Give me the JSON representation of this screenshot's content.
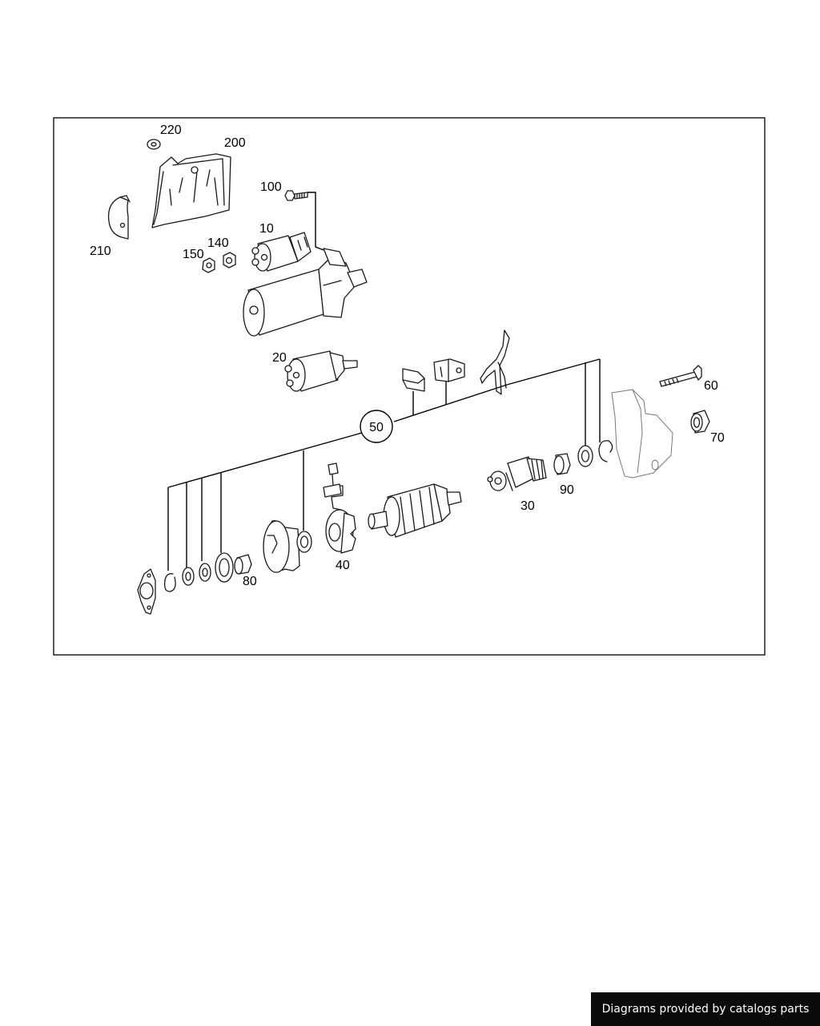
{
  "callouts": {
    "c10": "10",
    "c20": "20",
    "c30": "30",
    "c40": "40",
    "c50": "50",
    "c60": "60",
    "c70": "70",
    "c80": "80",
    "c90": "90",
    "c100": "100",
    "c140": "140",
    "c150": "150",
    "c200": "200",
    "c210": "210",
    "c220": "220"
  },
  "footer": {
    "text": "Diagrams provided by catalogs parts"
  }
}
